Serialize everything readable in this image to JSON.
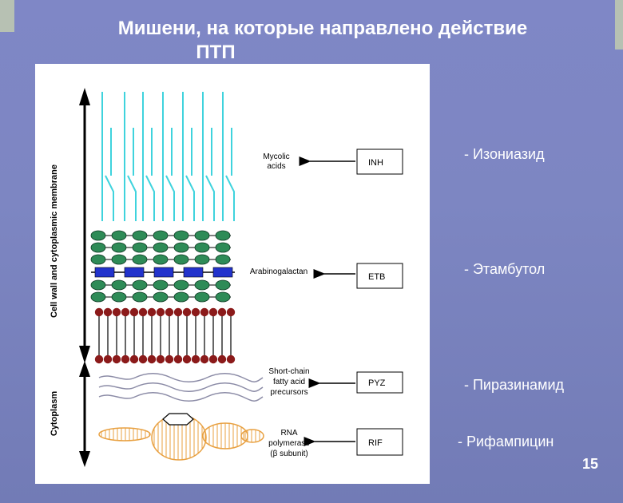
{
  "slide": {
    "title_line1": "Мишени, на которые направлено действие",
    "title_line2": "ПТП",
    "page_number": "15"
  },
  "diagram": {
    "axis_labels": {
      "cell_wall": "Cell wall and cytoplasmic membrane",
      "cytoplasm": "Cytoplasm"
    },
    "targets": [
      {
        "label_lines": [
          "Mycolic",
          "acids"
        ],
        "drug_box": "INH"
      },
      {
        "label_lines": [
          "Arabinogalactan"
        ],
        "drug_box": "ETB"
      },
      {
        "label_lines": [
          "Short-chain",
          "fatty acid",
          "precursors"
        ],
        "drug_box": "PYZ"
      },
      {
        "label_lines": [
          "RNA",
          "polymerase",
          "(β subunit)"
        ],
        "drug_box": "RIF"
      }
    ],
    "colors": {
      "mycolic": "#3fd3dd",
      "arabinogalactan_ovals": "#2e8b57",
      "blue_rects": "#2233cc",
      "lipid_heads": "#8b1a1a",
      "wavy_lines": "#8b8ba6",
      "rna_polymerase": "#e8a040"
    }
  },
  "drugs_ru": [
    "- Изониазид",
    "- Этамбутол",
    "- Пиразинамид",
    "- Рифампицин"
  ]
}
